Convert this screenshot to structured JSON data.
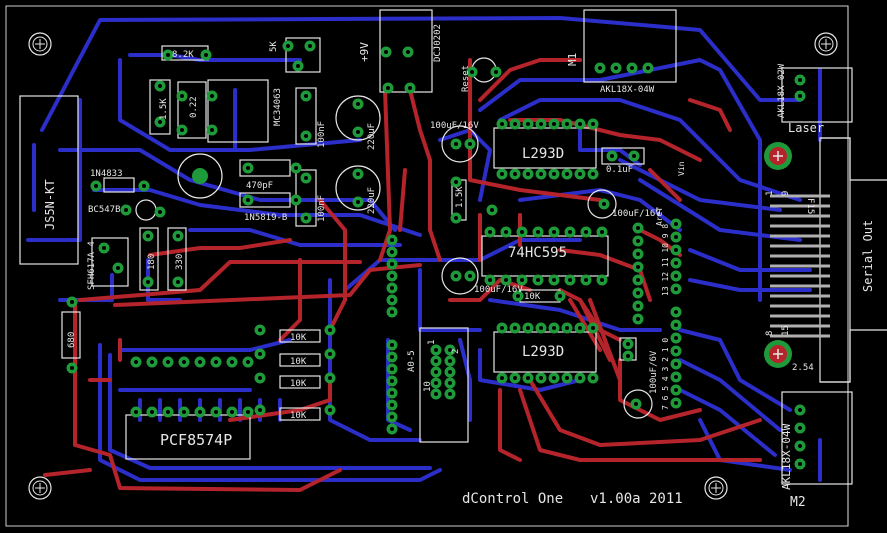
{
  "board": {
    "title": "dControl One",
    "version": "v1.00a 2011",
    "colors": {
      "background": "#000000",
      "top_copper": "#b5242b",
      "bottom_copper": "#2b2ec9",
      "pads": "#1f9a3a",
      "silkscreen": "#e6e6e6"
    }
  },
  "parts": {
    "ic_pcf": "PCF8574P",
    "ic_74hc": "74HC595",
    "ic_l293_top": "L293D",
    "ic_l293_bottom": "L293D",
    "mc": "MC34063",
    "js": "JS5N-KT",
    "sfh": "SFH617A-4",
    "bc": "BC547B",
    "d1": "1N4833",
    "d2": "1N5819-B",
    "dc": "DCJ0202",
    "reset": "Reset",
    "m1": "M1",
    "m2": "M2",
    "akl_m1": "AKL18X-04W",
    "akl_m2": "AKL18X-04W",
    "akl_laser": "AKL18X-02W",
    "laser": "Laser",
    "f15": "F15",
    "serial_out": "Serial Out",
    "hdr_ao": "A0-5",
    "c_100uf_16v": "100uF/16V",
    "c_100uf_16v_b": "100uF/16V",
    "c_100uf_6v": "100uF/6V",
    "c_100uf_16v_c": "100uF/16V",
    "c_220uf_a": "220uF",
    "c_220uf_b": "220uF",
    "c_470pf": "470pF",
    "c_100nf_a": "100nF",
    "c_100nf_b": "100nF",
    "c_01uf": "0.1uF",
    "r_82k": "8.2K",
    "r_15k": "1.5K",
    "r_022": "0.22",
    "r_10k_1": "10K",
    "r_10k_2": "10K",
    "r_10k_3": "10K",
    "r_10k_4": "10K",
    "r_10k_5": "10K",
    "r_1k5": "1.5K",
    "r_680": "680",
    "r_330": "330",
    "r_180": "180",
    "sym_9v": "+9V",
    "pot": "5K",
    "aref": "Aref",
    "pin_1": "1",
    "pin_8": "8",
    "pin_9": "9",
    "pin_15": "15",
    "pitch": "2.54",
    "pin_2": "2",
    "pin_10": "10",
    "vin": "Vin",
    "hdr_nums_top": "13 12 11 10 9 8",
    "hdr_nums_bot": "7 6 5 4 3 2 1 0"
  }
}
